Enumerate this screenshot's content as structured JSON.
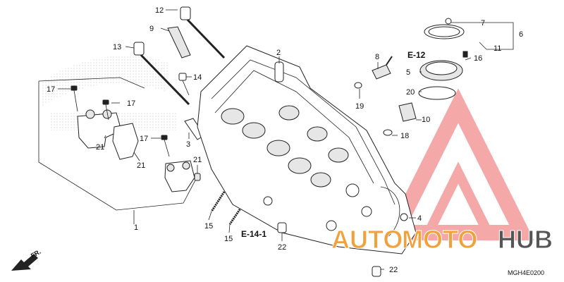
{
  "diagram": {
    "callouts": [
      {
        "id": "c1",
        "text": "1"
      },
      {
        "id": "c2",
        "text": "2"
      },
      {
        "id": "c3",
        "text": "3"
      },
      {
        "id": "c4",
        "text": "4"
      },
      {
        "id": "c5",
        "text": "5"
      },
      {
        "id": "c6",
        "text": "6"
      },
      {
        "id": "c7",
        "text": "7"
      },
      {
        "id": "c8",
        "text": "8"
      },
      {
        "id": "c9",
        "text": "9"
      },
      {
        "id": "c10",
        "text": "10"
      },
      {
        "id": "c11",
        "text": "11"
      },
      {
        "id": "c12",
        "text": "12"
      },
      {
        "id": "c13",
        "text": "13"
      },
      {
        "id": "c14",
        "text": "14"
      },
      {
        "id": "c15a",
        "text": "15"
      },
      {
        "id": "c15b",
        "text": "15"
      },
      {
        "id": "c16",
        "text": "16"
      },
      {
        "id": "c17a",
        "text": "17"
      },
      {
        "id": "c17b",
        "text": "17"
      },
      {
        "id": "c17c",
        "text": "17"
      },
      {
        "id": "c18",
        "text": "18"
      },
      {
        "id": "c19",
        "text": "19"
      },
      {
        "id": "c20",
        "text": "20"
      },
      {
        "id": "c21a",
        "text": "21"
      },
      {
        "id": "c21b",
        "text": "21"
      },
      {
        "id": "c21c",
        "text": "21"
      },
      {
        "id": "c22a",
        "text": "22"
      },
      {
        "id": "c22b",
        "text": "22"
      }
    ],
    "references": {
      "e12": "E-12",
      "e141": "E-14-1"
    },
    "direction": "FR.",
    "drawing_code": "MGH4E0200"
  },
  "watermark": {
    "word_a": "AUTO",
    "word_b": "MOTO",
    "word_c": "HUB",
    "color_a": "#f2a13a",
    "color_b": "#f2a13a",
    "color_c": "#555555",
    "logo_color": "#f39a9a"
  }
}
